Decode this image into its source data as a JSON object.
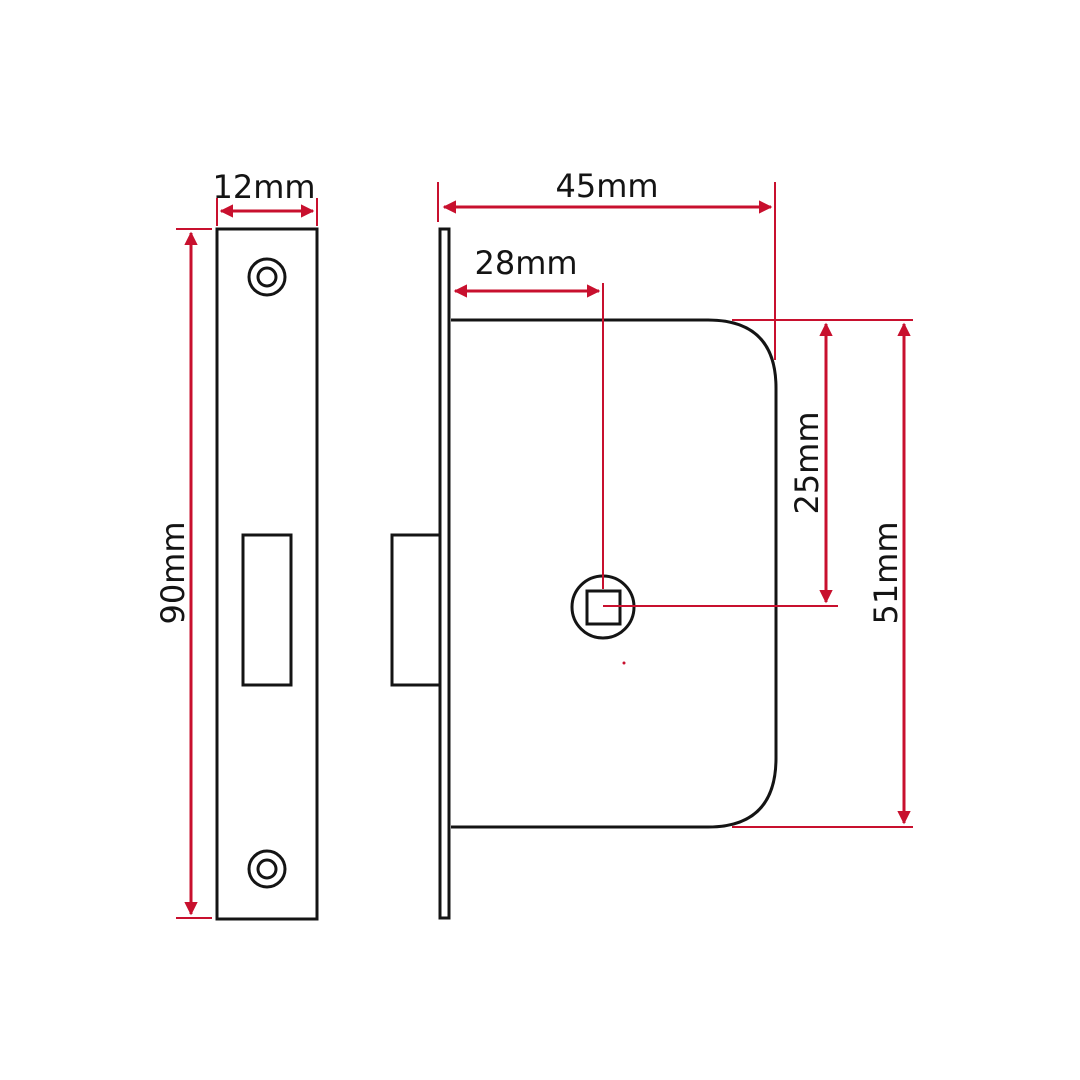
{
  "colors": {
    "outline": "#141414",
    "dimension": "#c8102e",
    "background": "#ffffff"
  },
  "dimensions": {
    "faceplate_width": "12mm",
    "faceplate_height": "90mm",
    "backset_depth": "45mm",
    "spindle_backset": "28mm",
    "spindle_to_top": "25mm",
    "case_height": "51mm"
  }
}
